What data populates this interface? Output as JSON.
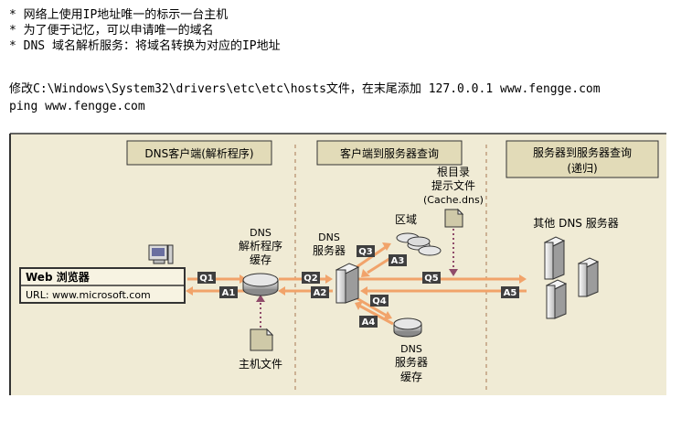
{
  "notes": [
    "* 网络上使用IP地址唯一的标示一台主机",
    "* 为了便于记忆，可以申请唯一的域名",
    "* DNS 域名解析服务：将域名转换为对应的IP地址"
  ],
  "commands": [
    "修改C:\\Windows\\System32\\drivers\\etc\\etc\\hosts文件，在末尾添加 127.0.0.1 www.fengge.com",
    "ping www.fengge.com"
  ],
  "diagram": {
    "sections": {
      "client": "DNS客户端(解析程序)",
      "client_server": "客户端到服务器查询",
      "server_server": "服务器到服务器查询",
      "recursive": "(递归)"
    },
    "browser": {
      "title": "Web 浏览器",
      "url": "URL: www.microsoft.com"
    },
    "resolver_cache": [
      "DNS",
      "解析程序",
      "缓存"
    ],
    "hosts_file": "主机文件",
    "dns_server": [
      "DNS",
      "服务器"
    ],
    "zone": "区域",
    "root_hints": [
      "根目录",
      "提示文件",
      "(Cache.dns)"
    ],
    "dns_server_cache": [
      "DNS",
      "服务器",
      "缓存"
    ],
    "other_servers": "其他 DNS 服务器",
    "arrows": {
      "q1": "Q1",
      "a1": "A1",
      "q2": "Q2",
      "a2": "A2",
      "q3": "Q3",
      "a3": "A3",
      "q4": "Q4",
      "a4": "A4",
      "q5": "Q5",
      "a5": "A5"
    },
    "colors": {
      "panel": "#f0ebd5",
      "header": "#e2dbb8",
      "arrow": "#f1a36a",
      "label_bg": "#3f3f3f",
      "dashed": "#b58b6a",
      "dotted": "#8f4b6a"
    }
  }
}
